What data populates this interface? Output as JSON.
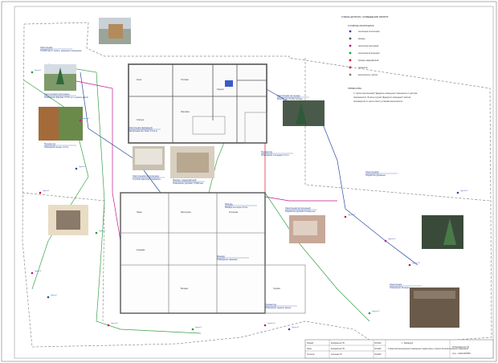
{
  "sheet": {
    "title": "СХЕМА ДОПОЛН. ОСВЕЩЕНИЯ ТЕРРИТ.",
    "legend": {
      "heading": "УСЛОВНЫЕ ОБОЗНАЧЕНИЯ",
      "items": [
        {
          "label": "светильник потолочный",
          "color": "#2c4aa1"
        },
        {
          "label": "фонарь",
          "color": "#555555"
        },
        {
          "label": "светильник настенный",
          "color": "#c0188c"
        },
        {
          "label": "светильник встроенный",
          "color": "#2a9a3a"
        },
        {
          "label": "фонарь ландшафтный",
          "color": "#d0182c"
        },
        {
          "label": "прожектор",
          "color": "#d0182c"
        },
        {
          "label": "выключатель / датчик",
          "color": "#7a7a7a"
        }
      ],
      "notes_heading": "ПРИМЕЧАНИЕ:",
      "notes": [
        "1. Группы светильников \"Дежурное освещение\" включаются от датчика",
        "освещённости. На всех группах \"Дежурного освещения\" монтаж",
        "производится от щита в месте установки выключателя."
      ]
    },
    "stamp": {
      "rows": [
        [
          "Разраб.",
          "Кондрашов Г.В.",
          "",
          "03.2022"
        ],
        [
          "Пров.",
          "Кондрашов Г.В.",
          "",
          "03.2022"
        ],
        [
          "Н.контр.",
          "Агишева ТЗ.",
          "",
          "03.2022"
        ]
      ],
      "project": "г. Тайкаргуд",
      "description": "Схема дополнительного освещения территории, проект дополнительного освещения",
      "owner": "ИП Кондрашов Г.В.",
      "phone": "тел.: +79213315554"
    },
    "rooms": {
      "upper": [
        "Кухня",
        "Гостиная",
        "Спальня",
        "Санузел",
        "Прихожая"
      ],
      "lower": [
        "Гараж",
        "Мастерская",
        "Котельная",
        "Кладовая",
        "Террасa",
        "Беседка"
      ]
    },
    "groups": [
      "Группа 1",
      "Группа 2",
      "Группа 3",
      "Группа 4",
      "Группа 5",
      "Группа 6",
      "Группа 7",
      "Группа 8",
      "Группа 9",
      "Группа 10",
      "Группа 11",
      "Группа 12",
      "Группа 13",
      "Группа 14",
      "Группа 15",
      "Группа 16"
    ],
    "callouts": [
      {
        "title": "Светильник",
        "body": "h=2000 мм от земли, дежурное освещение"
      },
      {
        "title": "Светильники настенные",
        "body": "Освещение фасада, h=2,5 м от уровня земли"
      },
      {
        "title": "Прожектор",
        "body": "Освещение входа, h=3 м"
      },
      {
        "title": "Светильник фасадный",
        "body": "Светильник на стене, h=2,5 м"
      },
      {
        "title": "Светильники встроенные",
        "body": "Ступени крыльца, подсветка"
      },
      {
        "title": "Фонарь ландшафтный",
        "body": "Освещение дорожки, h=800 мм"
      },
      {
        "title": "Светильник на ограде",
        "body": "Монтаж на столбы ограды"
      },
      {
        "title": "Прожектор",
        "body": "Освещение площадки h=4 м"
      },
      {
        "title": "Фонарь",
        "body": "Фонарь на опоре h=3 м"
      },
      {
        "title": "Светильник встроенный",
        "body": "Подсветка дорожки в покрытии"
      },
      {
        "title": "Светильники",
        "body": "Подсветка деревьев"
      },
      {
        "title": "Светильник",
        "body": "Освещение беседки"
      },
      {
        "title": "Фонари",
        "body": "Освещение парковки"
      },
      {
        "title": "Прожектор",
        "body": "Освещение заднего двора"
      }
    ],
    "photos": [
      {
        "label": "Фото 1"
      },
      {
        "label": "Фото 2"
      },
      {
        "label": "Фото 3"
      },
      {
        "label": "Фото 4"
      },
      {
        "label": "Фото 5"
      },
      {
        "label": "Фото 6"
      },
      {
        "label": "Фото 7"
      },
      {
        "label": "Фото 8"
      },
      {
        "label": "Фото 9"
      },
      {
        "label": "Фото 10"
      }
    ],
    "colors": {
      "wall": "#555555",
      "callout": "#1f3d8f",
      "cable_green": "#3aa04a",
      "cable_magenta": "#c0188c",
      "cable_blue": "#2c4aa1",
      "cable_red": "#d0182c",
      "boundary": "#888888"
    }
  }
}
